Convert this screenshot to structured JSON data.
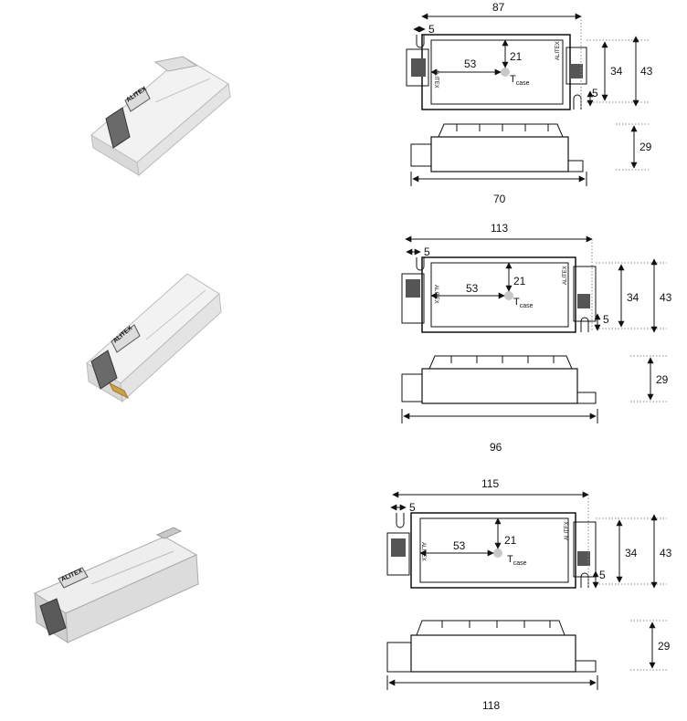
{
  "drivers": [
    {
      "brand": "ALITEX",
      "top_view": {
        "length": "87",
        "offset": "5",
        "tcase_y": "21",
        "tcase_x": "53",
        "width": "34",
        "width_overall": "43",
        "foot": "5"
      },
      "side_view": {
        "height": "29",
        "base_length": "70"
      }
    },
    {
      "brand": "ALITEX",
      "top_view": {
        "length": "113",
        "offset": "5",
        "tcase_y": "21",
        "tcase_x": "53",
        "width": "34",
        "width_overall": "43",
        "foot": "5"
      },
      "side_view": {
        "height": "29",
        "base_length": "96"
      }
    },
    {
      "brand": "ALITEX",
      "top_view": {
        "length": "115",
        "offset": "5",
        "tcase_y": "21",
        "tcase_x": "53",
        "width": "34",
        "width_overall": "43",
        "foot": "5"
      },
      "side_view": {
        "height": "29",
        "base_length": "118"
      }
    }
  ],
  "tcase_label": {
    "main": "T",
    "sub": "case"
  },
  "colors": {
    "line": "#111111",
    "product_body": "#ececec",
    "terminal": "#555555",
    "tcase_dot": "#c8c8c8"
  }
}
